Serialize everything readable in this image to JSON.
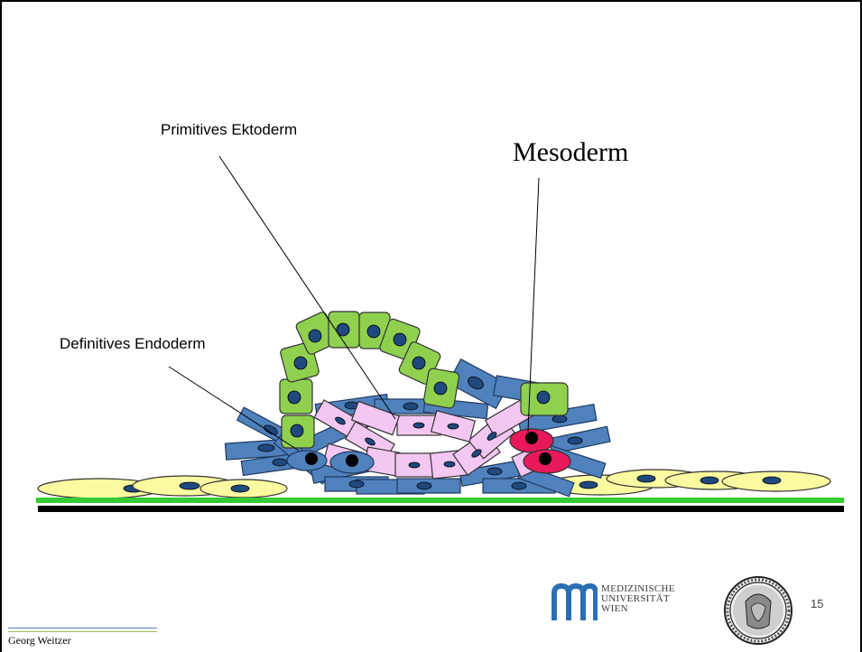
{
  "labels": {
    "primitive_ectoderm": "Primitives Ektoderm",
    "mesoderm": "Mesoderm",
    "definitive_endoderm": "Definitives Endoderm"
  },
  "footer": {
    "author": "Georg Weitzer",
    "page_number": "15"
  },
  "logo": {
    "lines": [
      "MEDIZINISCHE",
      "UNIVERSITÄT",
      "WIEN"
    ]
  },
  "colors": {
    "ectoderm_green": "#8fd14f",
    "pink_cells": "#f4c6f2",
    "blue_cells": "#4f81bd",
    "nucleus_blue": "#1f497d",
    "mesoderm_red": "#e8195a",
    "yellow_cells": "#fafaa0",
    "substrate_green": "#33cc33",
    "logo_blue": "#2a6fb5"
  }
}
